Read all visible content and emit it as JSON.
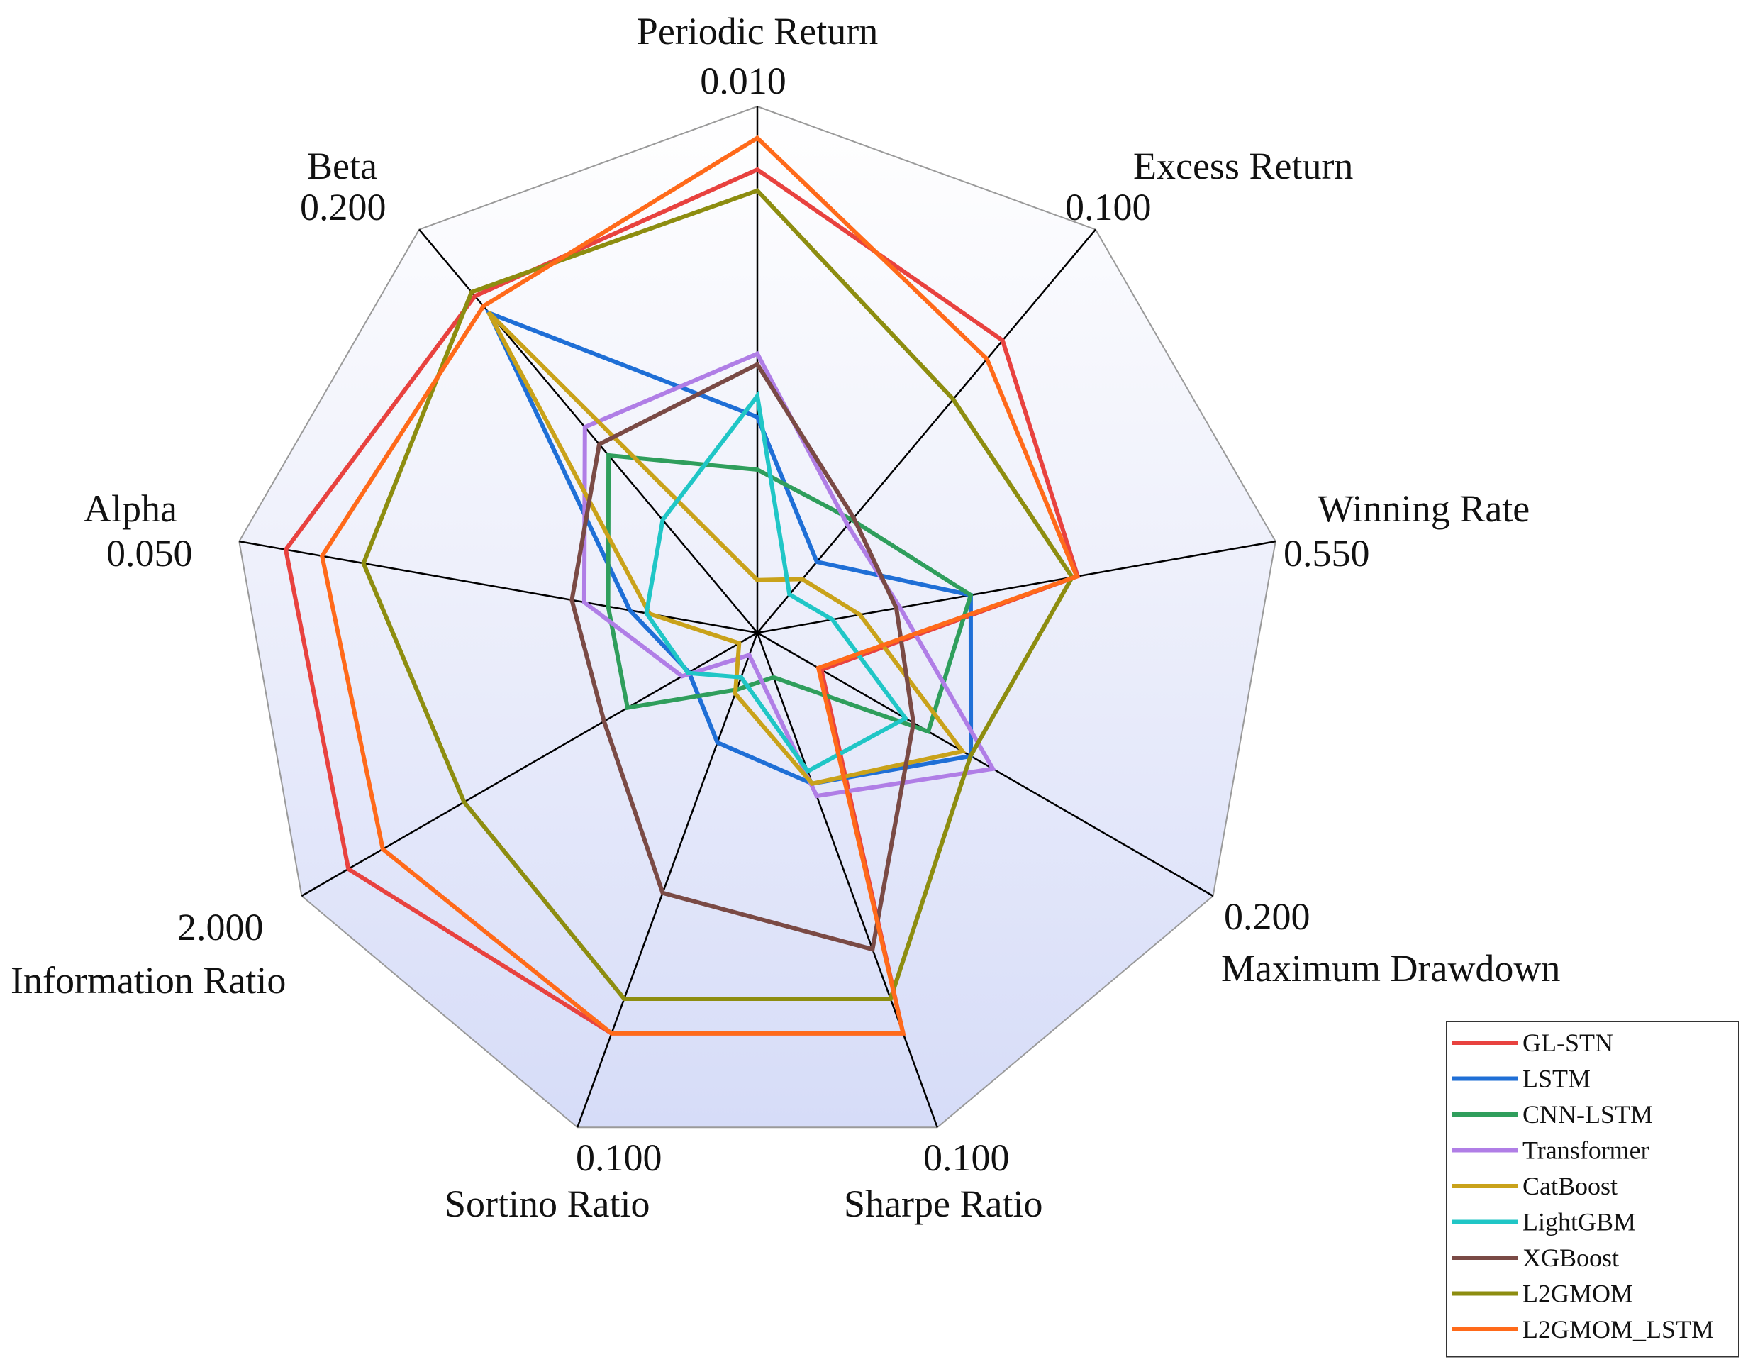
{
  "chart_data": {
    "type": "radar",
    "axes": [
      {
        "label": "Periodic Return",
        "max": 0.01,
        "max_label": "0.010"
      },
      {
        "label": "Excess Return",
        "max": 0.1,
        "max_label": "0.100"
      },
      {
        "label": "Winning Rate",
        "max": 0.55,
        "max_label": "0.550"
      },
      {
        "label": "Maximum Drawdown",
        "max": 0.2,
        "max_label": "0.200"
      },
      {
        "label": "Sharpe Ratio",
        "max": 0.1,
        "max_label": "0.100"
      },
      {
        "label": "Sortino Ratio",
        "max": 0.1,
        "max_label": "0.100"
      },
      {
        "label": "Information Ratio",
        "max": 2.0,
        "max_label": "2.000"
      },
      {
        "label": "Alpha",
        "max": 0.05,
        "max_label": "0.050"
      },
      {
        "label": "Beta",
        "max": 0.2,
        "max_label": "0.200"
      }
    ],
    "series": [
      {
        "name": "GL-STN",
        "color": "#e8423f",
        "values": [
          0.0088,
          0.0725,
          0.34,
          0.0281,
          0.081,
          0.081,
          1.795,
          0.0455,
          0.167
        ]
      },
      {
        "name": "LSTM",
        "color": "#1f6fd6",
        "values": [
          0.0041,
          0.0176,
          0.2265,
          0.0937,
          0.0305,
          0.0222,
          0.3005,
          0.0123,
          0.1586
        ]
      },
      {
        "name": "CNN-LSTM",
        "color": "#2f9e5c",
        "values": [
          0.0031,
          0.028,
          0.2265,
          0.075,
          0.009,
          0.0115,
          0.57,
          0.0144,
          0.088
        ]
      },
      {
        "name": "Transformer",
        "color": "#b07ee6",
        "values": [
          0.0053,
          0.0267,
          0.1514,
          0.1034,
          0.033,
          0.0045,
          0.3305,
          0.0167,
          0.102
        ]
      },
      {
        "name": "CatBoost",
        "color": "#c9a21a",
        "values": [
          0.001,
          0.0133,
          0.1088,
          0.09,
          0.0305,
          0.0123,
          0.08,
          0.0104,
          0.159
        ]
      },
      {
        "name": "LightGBM",
        "color": "#20c6c6",
        "values": [
          0.0045,
          0.0095,
          0.0796,
          0.065,
          0.028,
          0.009,
          0.305,
          0.0107,
          0.056
        ]
      },
      {
        "name": "XGBoost",
        "color": "#7a4a45",
        "values": [
          0.0051,
          0.0285,
          0.1475,
          0.0685,
          0.064,
          0.0526,
          0.673,
          0.0179,
          0.0935
        ]
      },
      {
        "name": "L2GMOM",
        "color": "#8d8d10",
        "values": [
          0.0084,
          0.0579,
          0.3342,
          0.0936,
          0.074,
          0.074,
          1.287,
          0.038,
          0.169
        ]
      },
      {
        "name": "L2GMOM_LSTM",
        "color": "#ff6a1a",
        "values": [
          0.0094,
          0.0679,
          0.339,
          0.0268,
          0.081,
          0.081,
          1.644,
          0.042,
          0.162
        ]
      }
    ],
    "grid": true,
    "legend_position": "bottom-right"
  }
}
